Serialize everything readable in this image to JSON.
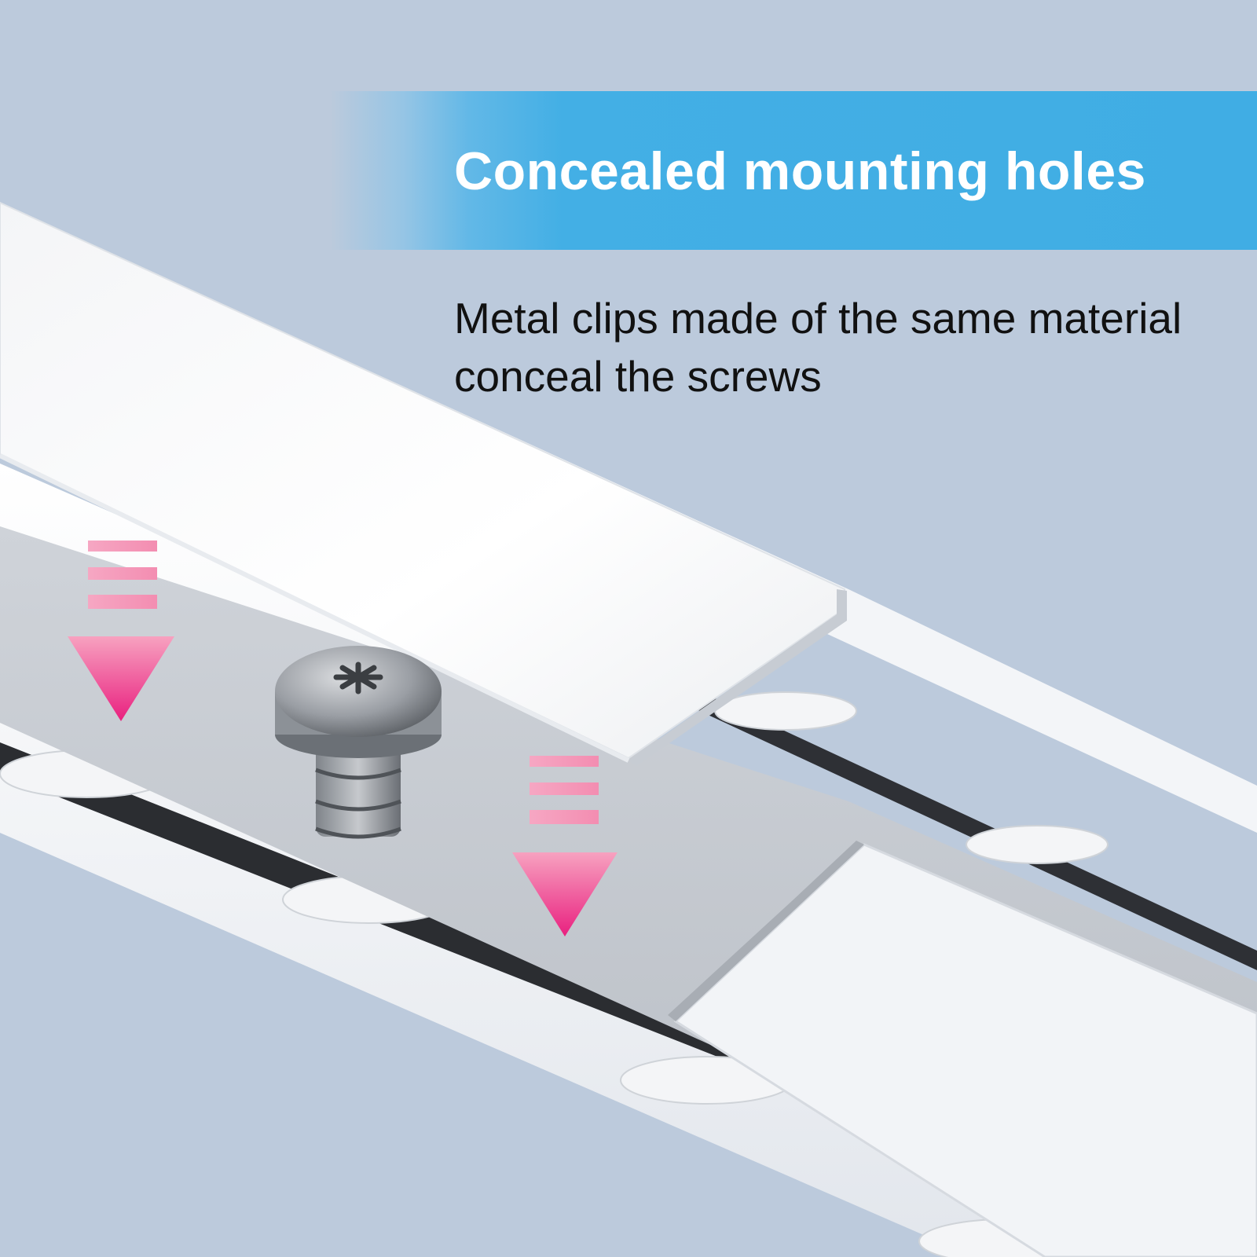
{
  "banner": {
    "title": "Concealed mounting holes"
  },
  "description": {
    "line1": "Metal clips made of the same material",
    "line2": "conceal the screws"
  },
  "colors": {
    "background": "#bccadc",
    "banner": "#40ade4",
    "arrow": "#ef3d8f",
    "rail": "#eef1f5"
  },
  "icons": [
    "down-arrow-icon",
    "screw-icon"
  ]
}
